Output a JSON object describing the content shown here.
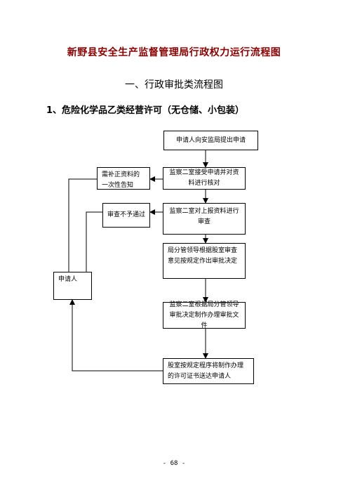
{
  "document": {
    "title": "新野县安全生产监督管理局行政权力运行流程图",
    "subtitle": "一、行政审批类流程图",
    "section": "1、危险化学品乙类经营许可（无仓储、小包装）",
    "page_number": "- 68 -"
  },
  "flowchart": {
    "step1": "申请人向安监局提出申请",
    "step2": "监察二室接受申请并对资料进行核对",
    "step3": "监察二室对上报资料进行审查",
    "step4": "局分管领导根据股室审查意见按规定作出审批决定",
    "step5": "监察二室根据局分管领导审批决定制作办理审批文件",
    "step6": "股室按规定程序将制作办理的许可证书送达申请人",
    "side_supplement": "需补正资料的一次性告知",
    "side_reject": "审查不予通过",
    "applicant": "申请人"
  }
}
